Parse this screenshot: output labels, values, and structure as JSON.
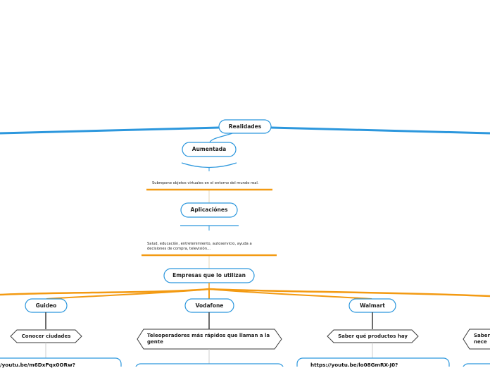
{
  "colors": {
    "blue": "#2c97dd",
    "orange": "#f39a12",
    "dark": "#3a3a3a",
    "text": "#222222"
  },
  "nodes": {
    "root": "Realidades",
    "augmented": "Aumentada",
    "augmented_note": "Subrepone objetos virtuales en el entorno del mundo real.",
    "applications": "Aplicaciónes",
    "applications_note": "Salud, educación, entretenimiento, autoservicio, ayuda a decisiones de compra, televisión...",
    "companies": "Empresas que lo utilizan",
    "company_1": "Guideo",
    "company_1_detail": "Conocer ciudades",
    "company_1_link": "/youtu.be/m6DxPqx0ORw?",
    "company_2": "Vodafone",
    "company_2_detail": "Teleoperadores más rápidos que llaman a la gente",
    "company_3": "Walmart",
    "company_3_detail": "Saber qué productos hay",
    "company_3_link": "https://youtu.be/lo08GmRX-J0?",
    "company_4_detail_partial": "Saber nece"
  }
}
